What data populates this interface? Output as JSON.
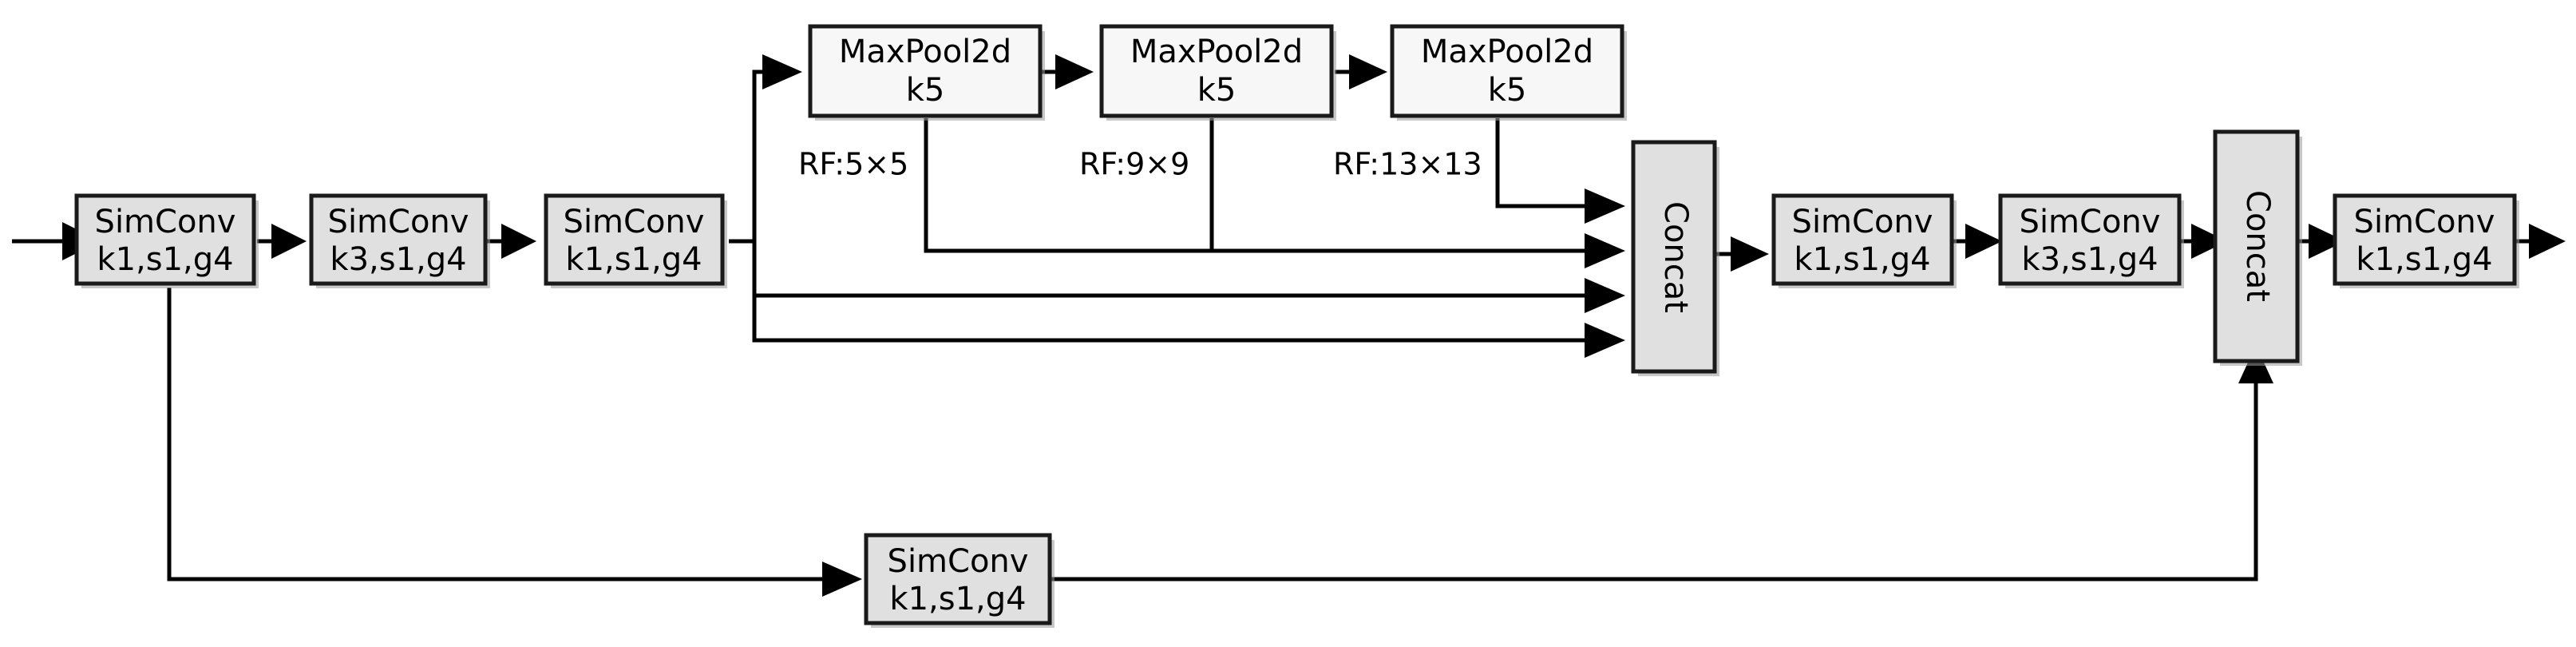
{
  "diagram": {
    "type": "neural-network-block-diagram",
    "background_color": "#ffffff",
    "node_fill_gray": "#e0e0e0",
    "node_fill_light": "#f7f7f7",
    "node_stroke": "#1a1a1a",
    "edge_color": "#000000",
    "nodes": {
      "simconv_1": {
        "line1": "SimConv",
        "line2": "k1,s1,g4"
      },
      "simconv_2": {
        "line1": "SimConv",
        "line2": "k3,s1,g4"
      },
      "simconv_3": {
        "line1": "SimConv",
        "line2": "k1,s1,g4"
      },
      "maxpool_1": {
        "line1": "MaxPool2d",
        "line2": "k5"
      },
      "maxpool_2": {
        "line1": "MaxPool2d",
        "line2": "k5"
      },
      "maxpool_3": {
        "line1": "MaxPool2d",
        "line2": "k5"
      },
      "concat_1": {
        "label": "Concat"
      },
      "simconv_4": {
        "line1": "SimConv",
        "line2": "k1,s1,g4"
      },
      "simconv_5": {
        "line1": "SimConv",
        "line2": "k3,s1,g4"
      },
      "concat_2": {
        "label": "Concat"
      },
      "simconv_6": {
        "line1": "SimConv",
        "line2": "k1,s1,g4"
      },
      "simconv_bottom": {
        "line1": "SimConv",
        "line2": "k1,s1,g4"
      }
    },
    "annotations": {
      "rf_1": "RF:5×5",
      "rf_2": "RF:9×9",
      "rf_3": "RF:13×13"
    }
  }
}
